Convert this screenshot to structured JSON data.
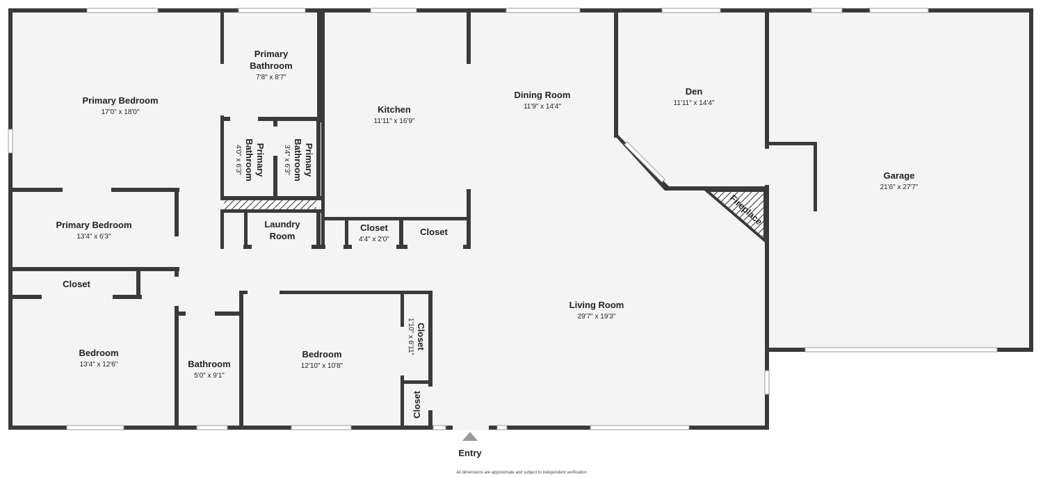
{
  "rooms": {
    "primary_bedroom_main": {
      "name": "Primary Bedroom",
      "dim": "17'0\" x 18'0\""
    },
    "primary_bathroom_main": {
      "name1": "Primary",
      "name2": "Bathroom",
      "dim": "7'8\" x 8'7\""
    },
    "primary_bathroom_a": {
      "name1": "Primary",
      "name2": "Bathroom",
      "dim": "4'0\" x 6'3\""
    },
    "primary_bathroom_b": {
      "name1": "Primary",
      "name2": "Bathroom",
      "dim": "3'4\" x 6'3\""
    },
    "kitchen": {
      "name": "Kitchen",
      "dim": "11'11\" x 16'9\""
    },
    "dining_room": {
      "name": "Dining Room",
      "dim": "11'9\" x 14'4\""
    },
    "den": {
      "name": "Den",
      "dim": "11'11\" x 14'4\""
    },
    "garage": {
      "name": "Garage",
      "dim": "21'6\" x 27'7\""
    },
    "primary_bedroom_small": {
      "name": "Primary Bedroom",
      "dim": "13'4\" x 6'3\""
    },
    "laundry_room": {
      "name1": "Laundry",
      "name2": "Room"
    },
    "closet_hall": {
      "name": "Closet",
      "dim": "4'4\" x 2'0\""
    },
    "closet_right": {
      "name": "Closet"
    },
    "fireplace": {
      "name": "Fireplace"
    },
    "closet_left": {
      "name": "Closet"
    },
    "living_room": {
      "name": "Living Room",
      "dim": "29'7\" x 19'3\""
    },
    "bedroom_left": {
      "name": "Bedroom",
      "dim": "13'4\" x 12'6\""
    },
    "bathroom": {
      "name": "Bathroom",
      "dim": "5'0\" x 9'1\""
    },
    "bedroom_mid": {
      "name": "Bedroom",
      "dim": "12'10\" x 10'8\""
    },
    "closet_vertical": {
      "name": "Closet",
      "dim": "1'10\" x 6'11\""
    },
    "closet_small": {
      "name": "Closet"
    }
  },
  "entry_label": "Entry",
  "disclaimer": "All dimensions are approximate and subject to independent verification",
  "colors": {
    "wall": "#3a3a3a",
    "floor": "#f4f4f4"
  }
}
